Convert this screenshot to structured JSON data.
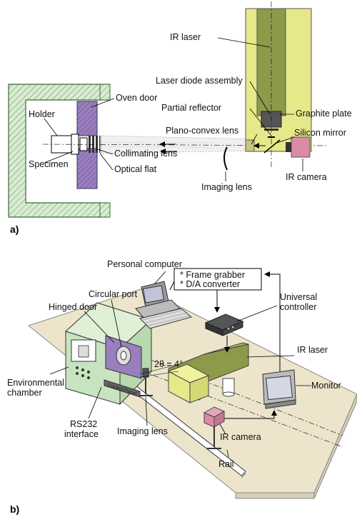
{
  "panel_a": {
    "tag": "a)",
    "labels": {
      "ir_laser": "IR laser",
      "laser_diode_assembly": "Laser diode assembly",
      "partial_reflector": "Partial reflector",
      "graphite_plate": "Graphite plate",
      "plano_convex_lens": "Plano-convex lens",
      "silicon_mirror": "Silicon mirror",
      "oven_door": "Oven door",
      "holder": "Holder",
      "specimen": "Specimen",
      "collimating_lens": "Collimating lens",
      "optical_flat": "Optical flat",
      "imaging_lens": "Imaging lens",
      "ir_camera": "IR camera"
    }
  },
  "panel_b": {
    "tag": "b)",
    "labels": {
      "personal_computer": "Personal computer",
      "frame_grabber": "* Frame grabber",
      "da_converter": "* D/A converter",
      "universal_controller_1": "Universal",
      "universal_controller_2": "controller",
      "circular_port": "Circular port",
      "hinged_door": "Hinged door",
      "ir_laser": "IR laser",
      "angle": "2θ = 4°",
      "environmental_chamber_1": "Environmental",
      "environmental_chamber_2": "chamber",
      "monitor": "Monitor",
      "rs232_1": "RS232",
      "rs232_2": "interface",
      "imaging_lens": "Imaging lens",
      "ir_camera": "IR camera",
      "rail": "Rail",
      "control_panel": "Control Panel"
    }
  },
  "colors": {
    "laser_yellow": "#e6e88a",
    "laser_olive": "#8c9a4a",
    "door_purple": "#9a7fbe",
    "chamber_green": "#c8e3c0",
    "camera_pink": "#d98aa6",
    "table_beige": "#ece5cc"
  }
}
